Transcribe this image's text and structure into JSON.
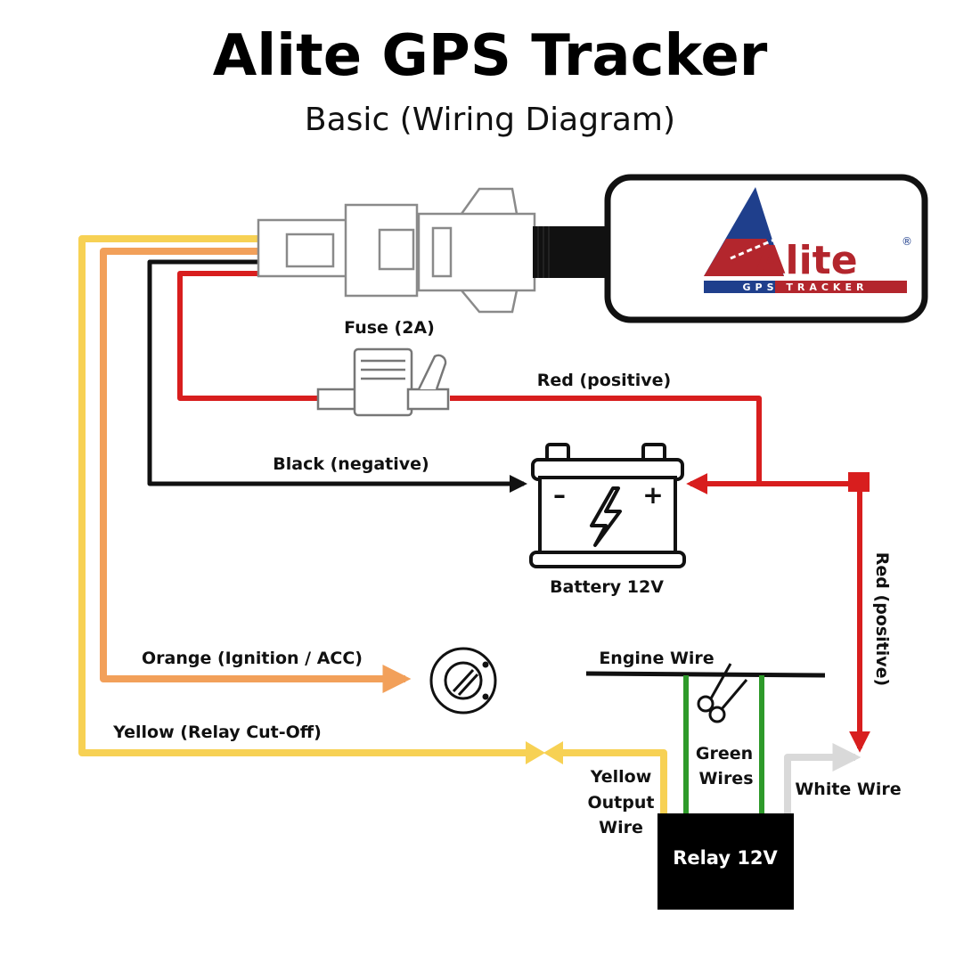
{
  "header": {
    "title": "Alite GPS Tracker",
    "subtitle": "Basic (Wiring Diagram)"
  },
  "device": {
    "logo_text": "Alite",
    "logo_subtext": "GPS TRACKER",
    "logo_registered": "®"
  },
  "labels": {
    "fuse": "Fuse (2A)",
    "red_positive_top": "Red (positive)",
    "black_negative": "Black (negative)",
    "battery": "Battery 12V",
    "red_positive_side": "Red (positive)",
    "orange_ignition": "Orange (Ignition / ACC)",
    "engine_wire": "Engine Wire",
    "yellow_relay_cutoff": "Yellow (Relay Cut-Off)",
    "green_wires_line1": "Green",
    "green_wires_line2": "Wires",
    "yellow_output_line1": "Yellow",
    "yellow_output_line2": "Output",
    "yellow_output_line3": "Wire",
    "white_wire": "White Wire",
    "relay": "Relay 12V",
    "battery_minus": "–",
    "battery_plus": "+"
  },
  "colors": {
    "yellow": "#f7d154",
    "orange": "#f2a05a",
    "black": "#111111",
    "red": "#d81e1e",
    "green": "#2e9a2a",
    "white_wire": "#d9d9d9",
    "logo_blue": "#1f3f8c",
    "logo_red": "#b3262d"
  }
}
